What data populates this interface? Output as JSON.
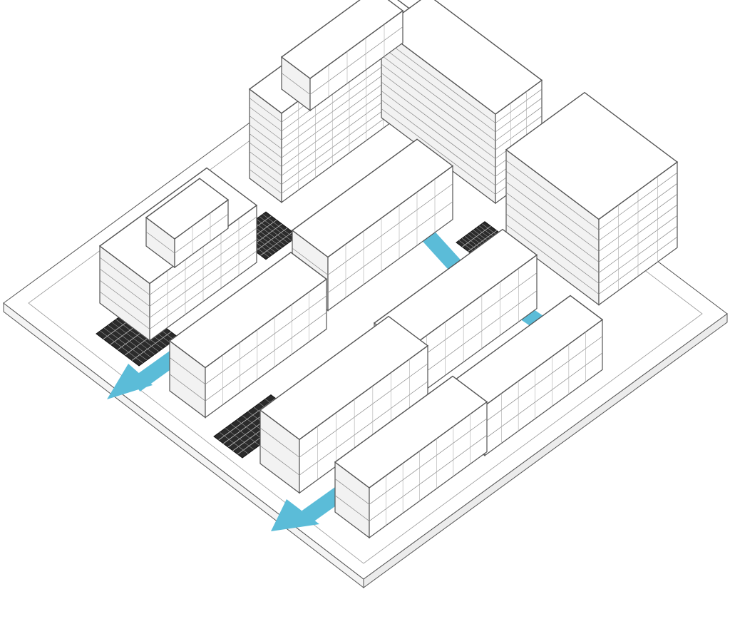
{
  "diagram": {
    "type": "axonometric site plan",
    "colors": {
      "background": "#ffffff",
      "linework": "#555555",
      "building_fill": "#ffffff",
      "building_side": "#f2f2f2",
      "parking": "#2b2b2b",
      "circulation_arrow": "#5bbcd8"
    },
    "elements": [
      "site-plate",
      "l-shaped-tower",
      "left-tower",
      "right-tower",
      "row-building",
      "parking-area",
      "circulation-arrow"
    ]
  }
}
